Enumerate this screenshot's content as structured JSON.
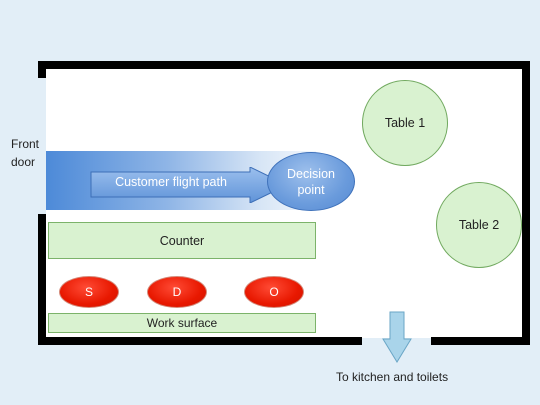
{
  "labels": {
    "front_door": [
      "Front",
      "door"
    ],
    "flight_path": "Customer flight path",
    "decision_point": [
      "Decision",
      "point"
    ],
    "table1": "Table 1",
    "table2": "Table 2",
    "counter": "Counter",
    "work_surface": "Work surface",
    "staff": [
      "S",
      "D",
      "O"
    ],
    "exit": "To kitchen and toilets"
  },
  "colors": {
    "background": "#e2eef7",
    "floor": "#ffffff",
    "wall": "#000000",
    "table_fill": "#d9f2d0",
    "staff_fill": "#e81800",
    "flow_blue": "#4d8ad8",
    "exit_arrow": "#a9d4ea"
  }
}
